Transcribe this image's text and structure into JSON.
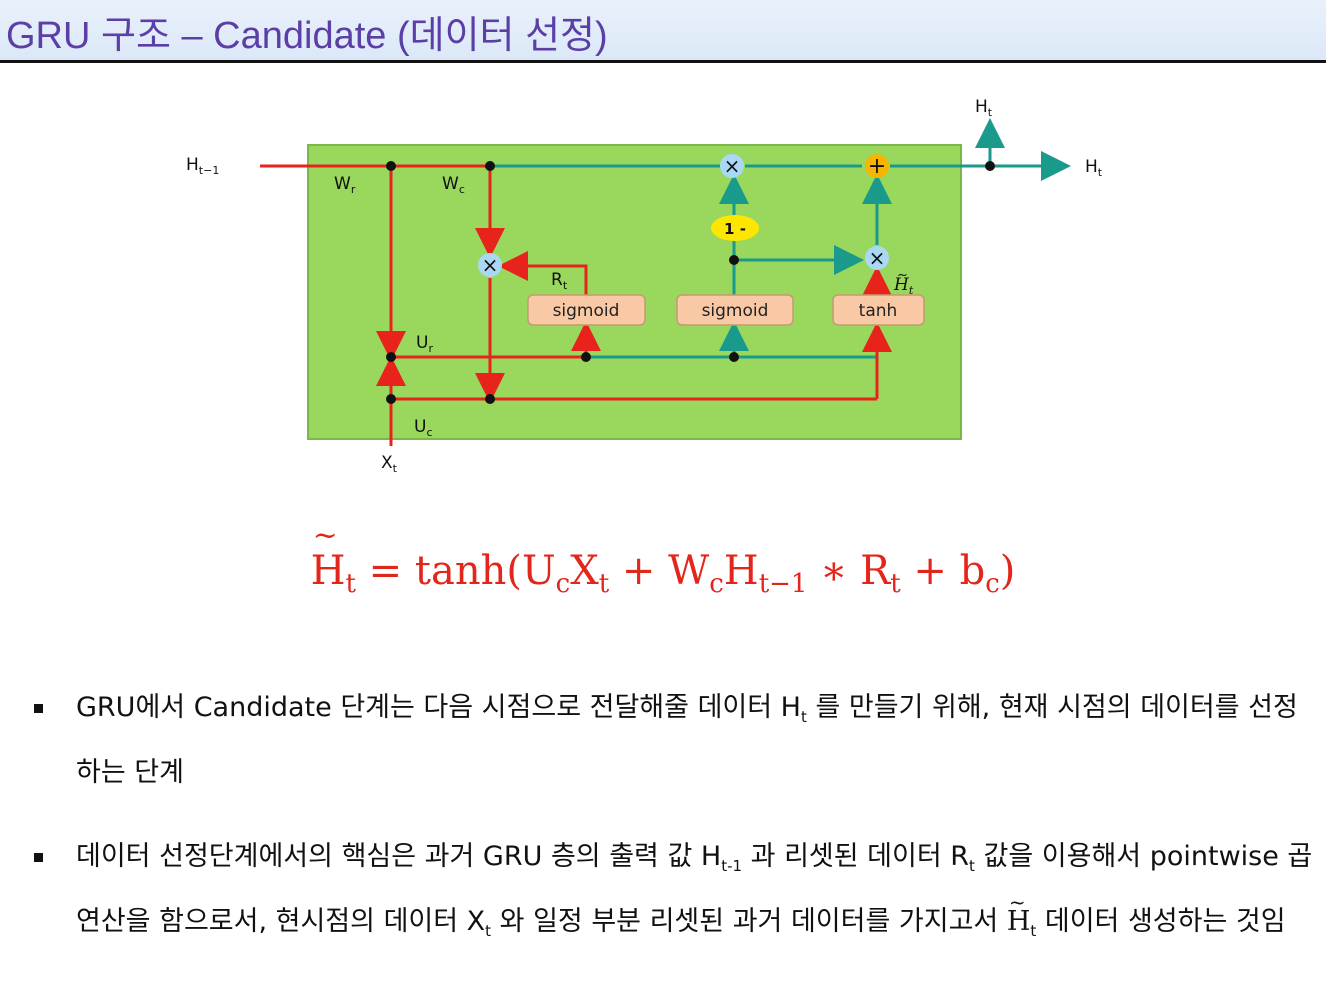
{
  "title": "GRU 구조 – Candidate (데이터 선정)",
  "diagram": {
    "inputs": {
      "h_prev": "H",
      "h_prev_sub": "t−1",
      "x": "X",
      "x_sub": "t"
    },
    "outputs": {
      "h_up": "H",
      "h_right": "H",
      "sub": "t"
    },
    "weights": {
      "wr": "W",
      "wr_sub": "r",
      "wc": "W",
      "wc_sub": "c",
      "ur": "U",
      "ur_sub": "r",
      "uc": "U",
      "uc_sub": "c"
    },
    "gates": {
      "sigmoid1": "sigmoid",
      "sigmoid2": "sigmoid",
      "tanh": "tanh"
    },
    "ops": {
      "mult": "×",
      "plus": "+",
      "one_minus": "1 -"
    },
    "labels": {
      "rt": "R",
      "rt_sub": "t",
      "ht_cand": "H",
      "ht_cand_sub": "t"
    },
    "colors": {
      "box_fill": "#99d85c",
      "box_border": "#7ab648",
      "red": "#e8231b",
      "teal": "#1a9a8a",
      "gate_fill": "#f8c9a4",
      "op_fill": "#a9d8f5",
      "yellow": "#ffe600",
      "orange": "#f7b500"
    }
  },
  "formula": {
    "lhs": "H",
    "lhs_sub": "t",
    "eq": " = tanh(U",
    "p1_sub": "c",
    "p2": "X",
    "p2_sub": "t",
    "p3": " + W",
    "p3_sub": "c",
    "p4": "H",
    "p4_sub": "t−1",
    "p5": " ∗ R",
    "p5_sub": "t",
    "p6": " + b",
    "p6_sub": "c",
    "p7": ")"
  },
  "bullets": {
    "b1": {
      "t1": "GRU에서 Candidate 단계는 다음 시점으로 전달해줄 데이터 H",
      "s1": "t",
      "t2": " 를 만들기 위해, 현재 시점의 데이터를 선정하는 단계"
    },
    "b2": {
      "t1": "데이터 선정단계에서의 핵심은 과거 GRU 층의 출력 값 H",
      "s1": "t-1",
      "t2": " 과 리셋된 데이터 R",
      "s2": "t",
      "t3": " 값을 이용해서 pointwise 곱 연산을 함으로서, 현시점의 데이터 X",
      "s3": "t",
      "t4": " 와 일정 부분 리셋된 과거 데이터를 가지고서 ",
      "h": "H",
      "hs": "t",
      "t5": " 데이터 생성하는 것임"
    }
  }
}
